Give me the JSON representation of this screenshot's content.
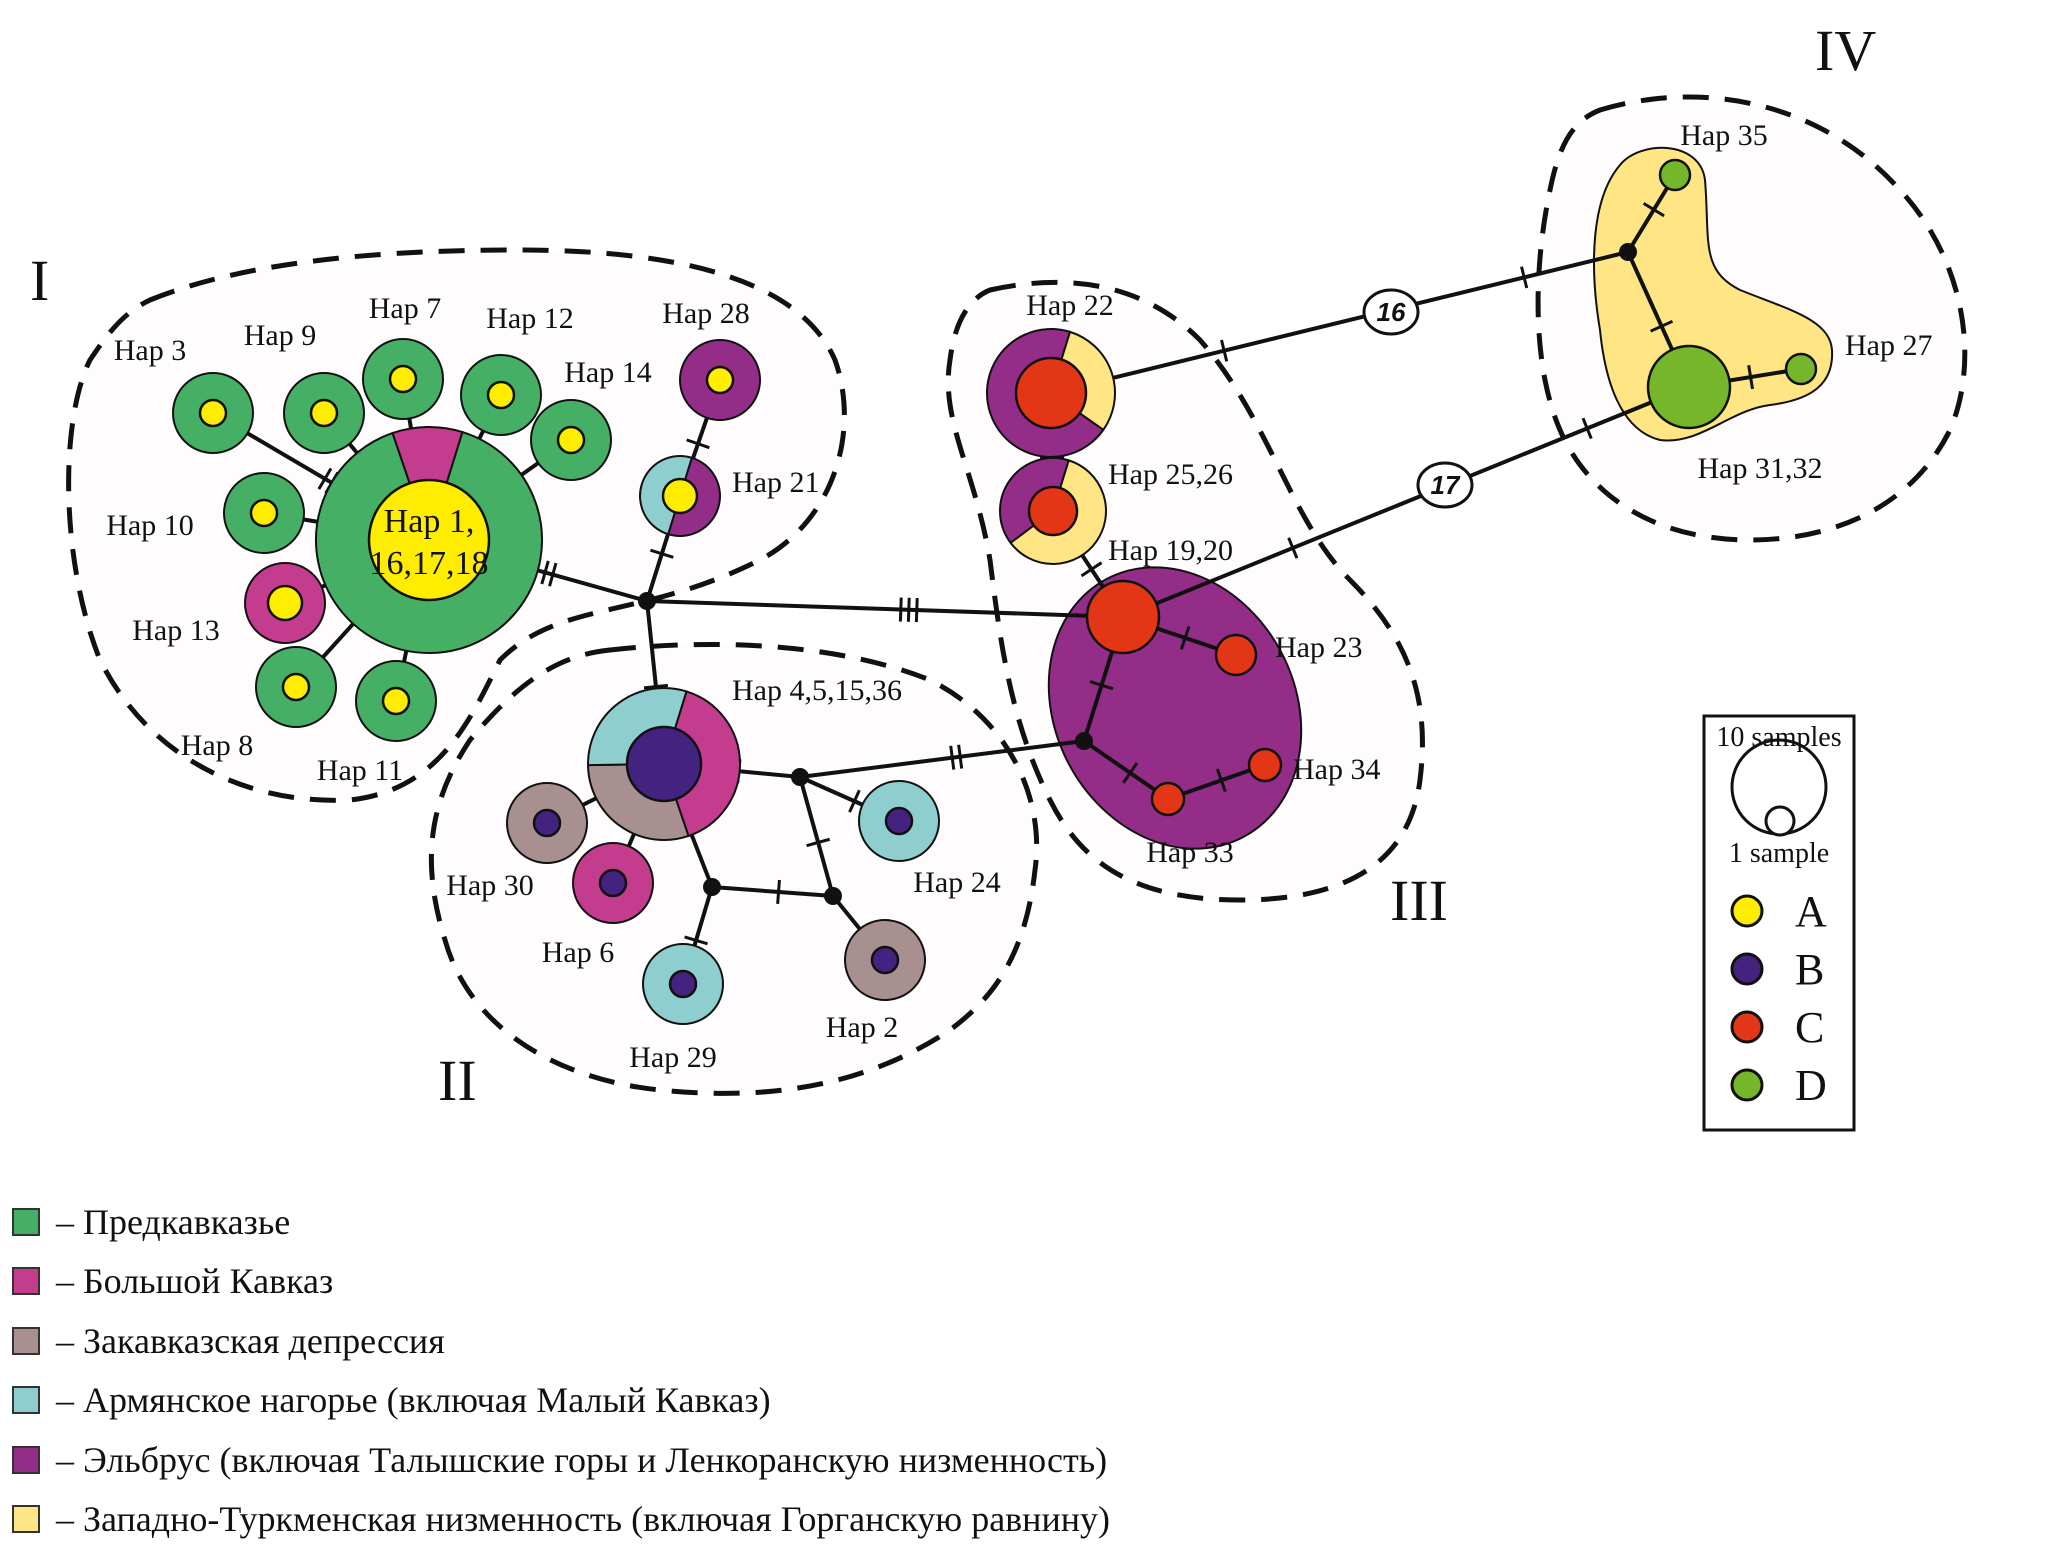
{
  "figure": {
    "clusters": [
      "I",
      "II",
      "III",
      "IV"
    ],
    "region_colors": {
      "predkavkazye": "#45b065",
      "bolshoy_kavkaz": "#c43c8e",
      "zakavkazskaya": "#a89090",
      "armyanskoe": "#8ecece",
      "elbrus": "#932d88",
      "zap_turkmen": "#ffe583"
    },
    "haplogroup_colors": {
      "A": "#ffed00",
      "B": "#44227f",
      "C": "#e23616",
      "D": "#76b62a"
    },
    "haplotypes": [
      {
        "id": "h1",
        "label_lines": [
          "Hap 1,",
          "16,17,18"
        ],
        "haplogroup": "A",
        "regions": [
          [
            "predkavkazye",
            0.9
          ],
          [
            "bolshoy_kavkaz",
            0.1
          ]
        ]
      },
      {
        "id": "h3",
        "label": "Hap 3",
        "haplogroup": "A",
        "regions": [
          [
            "predkavkazye",
            1
          ]
        ]
      },
      {
        "id": "h9",
        "label": "Hap 9",
        "haplogroup": "A",
        "regions": [
          [
            "predkavkazye",
            1
          ]
        ]
      },
      {
        "id": "h7",
        "label": "Hap 7",
        "haplogroup": "A",
        "regions": [
          [
            "predkavkazye",
            1
          ]
        ]
      },
      {
        "id": "h12",
        "label": "Hap 12",
        "haplogroup": "A",
        "regions": [
          [
            "predkavkazye",
            1
          ]
        ]
      },
      {
        "id": "h14",
        "label": "Hap 14",
        "haplogroup": "A",
        "regions": [
          [
            "predkavkazye",
            1
          ]
        ]
      },
      {
        "id": "h10",
        "label": "Hap 10",
        "haplogroup": "A",
        "regions": [
          [
            "predkavkazye",
            1
          ]
        ]
      },
      {
        "id": "h13",
        "label": "Hap 13",
        "haplogroup": "A",
        "regions": [
          [
            "bolshoy_kavkaz",
            1
          ]
        ]
      },
      {
        "id": "h8",
        "label": "Hap 8",
        "haplogroup": "A",
        "regions": [
          [
            "predkavkazye",
            1
          ]
        ]
      },
      {
        "id": "h11",
        "label": "Hap 11",
        "haplogroup": "A",
        "regions": [
          [
            "predkavkazye",
            1
          ]
        ]
      },
      {
        "id": "h28",
        "label": "Hap 28",
        "haplogroup": "A",
        "regions": [
          [
            "elbrus",
            1
          ]
        ]
      },
      {
        "id": "h21",
        "label": "Hap 21",
        "haplogroup": "A",
        "regions": [
          [
            "elbrus",
            0.5
          ],
          [
            "armyanskoe",
            0.5
          ]
        ]
      },
      {
        "id": "h4",
        "label": "Hap 4,5,15,36",
        "haplogroup": "B",
        "regions": [
          [
            "bolshoy_kavkaz",
            0.4
          ],
          [
            "zakavkazskaya",
            0.3
          ],
          [
            "armyanskoe",
            0.3
          ]
        ]
      },
      {
        "id": "h30",
        "label": "Hap 30",
        "haplogroup": "B",
        "regions": [
          [
            "zakavkazskaya",
            1
          ]
        ]
      },
      {
        "id": "h6",
        "label": "Hap 6",
        "haplogroup": "B",
        "regions": [
          [
            "bolshoy_kavkaz",
            1
          ]
        ]
      },
      {
        "id": "h29",
        "label": "Hap 29",
        "haplogroup": "B",
        "regions": [
          [
            "armyanskoe",
            1
          ]
        ]
      },
      {
        "id": "h24",
        "label": "Hap 24",
        "haplogroup": "B",
        "regions": [
          [
            "armyanskoe",
            1
          ]
        ]
      },
      {
        "id": "h2",
        "label": "Hap 2",
        "haplogroup": "B",
        "regions": [
          [
            "zakavkazskaya",
            1
          ]
        ]
      },
      {
        "id": "h22",
        "label": "Hap 22",
        "haplogroup": "C",
        "regions": [
          [
            "zap_turkmen",
            0.3
          ],
          [
            "elbrus",
            0.7
          ]
        ]
      },
      {
        "id": "h25",
        "label": "Hap 25,26",
        "haplogroup": "C",
        "regions": [
          [
            "zap_turkmen",
            0.6
          ],
          [
            "elbrus",
            0.4
          ]
        ]
      },
      {
        "id": "h19",
        "label": "Hap 19,20",
        "haplogroup": "C",
        "regions": [
          [
            "elbrus",
            1
          ]
        ]
      },
      {
        "id": "h23",
        "label": "Hap 23",
        "haplogroup": "C",
        "regions": [
          [
            "elbrus",
            1
          ]
        ]
      },
      {
        "id": "h34",
        "label": "Hap 34",
        "haplogroup": "C",
        "regions": [
          [
            "elbrus",
            1
          ]
        ]
      },
      {
        "id": "h33",
        "label": "Hap 33",
        "haplogroup": "C",
        "regions": [
          [
            "elbrus",
            1
          ]
        ]
      },
      {
        "id": "h35",
        "label": "Hap 35",
        "haplogroup": "D",
        "regions": [
          [
            "zap_turkmen",
            1
          ]
        ]
      },
      {
        "id": "h31",
        "label": "Hap 31,32",
        "haplogroup": "D",
        "regions": [
          [
            "zap_turkmen",
            1
          ]
        ]
      },
      {
        "id": "h27",
        "label": "Hap 27",
        "haplogroup": "D",
        "regions": [
          [
            "zap_turkmen",
            1
          ]
        ]
      }
    ],
    "edges": [
      {
        "from": "h3",
        "to": "h1",
        "mutations": 3
      },
      {
        "from": "h9",
        "to": "h1",
        "mutations": 1
      },
      {
        "from": "h7",
        "to": "h1",
        "mutations": 1
      },
      {
        "from": "h12",
        "to": "h1",
        "mutations": 1
      },
      {
        "from": "h14",
        "to": "h1",
        "mutations": 1
      },
      {
        "from": "h10",
        "to": "h1",
        "mutations": 1
      },
      {
        "from": "h13",
        "to": "h1",
        "mutations": 1
      },
      {
        "from": "h8",
        "to": "h1",
        "mutations": 2
      },
      {
        "from": "h11",
        "to": "h1",
        "mutations": 1
      },
      {
        "from": "h1",
        "to": "n1",
        "mutations": 2
      },
      {
        "from": "h28",
        "to": "h21",
        "mutations": 1
      },
      {
        "from": "h21",
        "to": "n1",
        "mutations": 1
      },
      {
        "from": "n1",
        "to": "h19",
        "mutations": 3
      },
      {
        "from": "n1",
        "to": "h4",
        "mutations": 2
      },
      {
        "from": "h4",
        "to": "n2",
        "mutations": 1
      },
      {
        "from": "h4",
        "to": "h30",
        "mutations": 1
      },
      {
        "from": "h4",
        "to": "h6",
        "mutations": 1
      },
      {
        "from": "h4",
        "to": "n3",
        "mutations": 1
      },
      {
        "from": "n3",
        "to": "h29",
        "mutations": 1
      },
      {
        "from": "n3",
        "to": "n4",
        "mutations": 1
      },
      {
        "from": "n2",
        "to": "n4",
        "mutations": 1
      },
      {
        "from": "n2",
        "to": "h24",
        "mutations": 1
      },
      {
        "from": "n4",
        "to": "h2",
        "mutations": 1
      },
      {
        "from": "n2",
        "to": "n5",
        "mutations": 2
      },
      {
        "from": "h22",
        "to": "h25",
        "mutations": 1
      },
      {
        "from": "h25",
        "to": "h19",
        "mutations": 1
      },
      {
        "from": "h19",
        "to": "h23",
        "mutations": 1
      },
      {
        "from": "h19",
        "to": "n5",
        "mutations": 1
      },
      {
        "from": "n5",
        "to": "h33",
        "mutations": 1
      },
      {
        "from": "h33",
        "to": "h34",
        "mutations": 1
      },
      {
        "from": "h22",
        "to": "n6",
        "mutations": 16,
        "badge": "16"
      },
      {
        "from": "h19",
        "to": "h31",
        "mutations": 17,
        "badge": "17"
      },
      {
        "from": "n6",
        "to": "h35",
        "mutations": 1
      },
      {
        "from": "n6",
        "to": "h31",
        "mutations": 1
      },
      {
        "from": "h31",
        "to": "h27",
        "mutations": 1
      }
    ],
    "size_legend": {
      "large": "10 samples",
      "small": "1 sample"
    },
    "haplogroup_legend": [
      "A",
      "B",
      "C",
      "D"
    ]
  },
  "region_legend": [
    {
      "key": "predkavkazye",
      "text": "– Предкавказье"
    },
    {
      "key": "bolshoy_kavkaz",
      "text": "– Большой Кавказ"
    },
    {
      "key": "zakavkazskaya",
      "text": "– Закавказская депрессия"
    },
    {
      "key": "armyanskoe",
      "text": "– Армянское нагорье (включая Малый Кавказ)"
    },
    {
      "key": "elbrus",
      "text": "– Эльбрус (включая Талышские горы и Ленкоранскую низменность)"
    },
    {
      "key": "zap_turkmen",
      "text": "– Западно-Туркменская низменность (включая Горганскую равнину)"
    }
  ]
}
